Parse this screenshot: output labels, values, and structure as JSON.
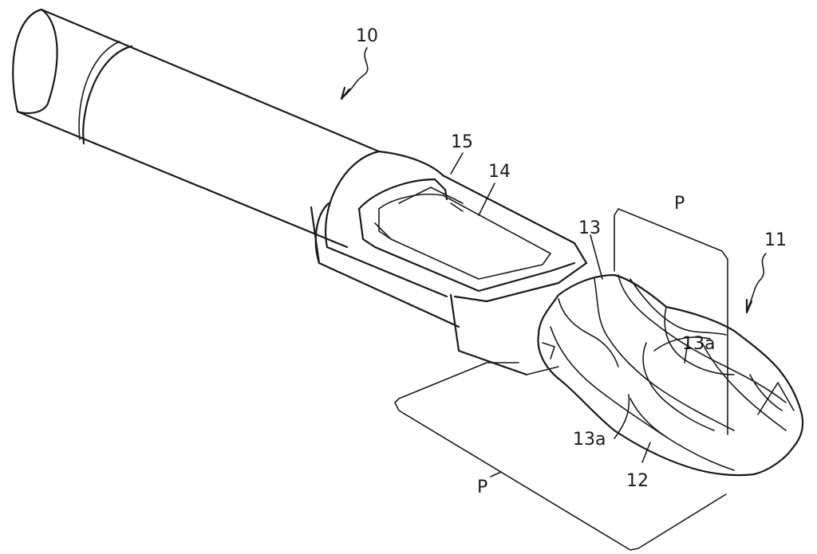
{
  "figure": {
    "labels": {
      "tool": "10",
      "cutting_end": "11",
      "flute": "12",
      "insert": "13",
      "edge_a": "13a",
      "edge_b": "13a",
      "pocket": "14",
      "seat": "15",
      "plane_top": "P",
      "plane_bottom": "P"
    }
  }
}
